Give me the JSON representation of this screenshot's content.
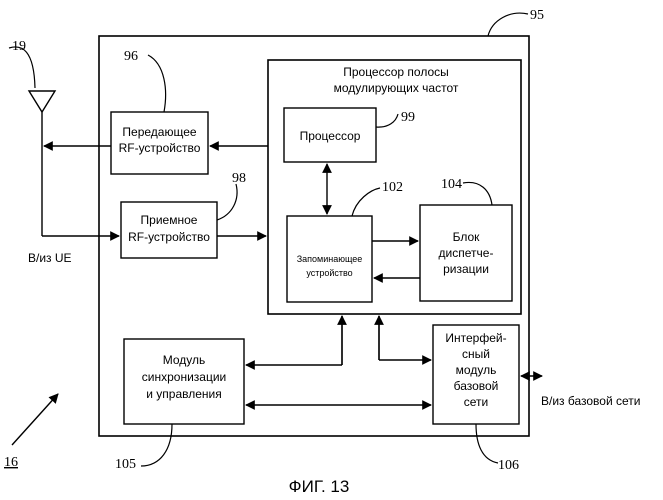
{
  "refs": {
    "base_station": "16",
    "antenna": "19",
    "outer_box": "95",
    "tx_rf": "96",
    "rx_rf": "98",
    "processor": "99",
    "memory": "102",
    "scheduler": "104",
    "sync_module": "105",
    "core_if": "106"
  },
  "baseband": {
    "line1": "Процессор полосы",
    "line2": "модулирующих частот"
  },
  "tx_rf": {
    "line1": "Передающее",
    "line2": "RF-устройство"
  },
  "rx_rf": {
    "line1": "Приемное",
    "line2": "RF-устройство"
  },
  "processor": {
    "label": "Процессор"
  },
  "memory": {
    "line1": "Запоминающее",
    "line2": "устройство"
  },
  "scheduler": {
    "line1": "Блок",
    "line2": "диспетче-",
    "line3": "ризации"
  },
  "sync_module": {
    "line1": "Модуль",
    "line2": "синхронизации",
    "line3": "и управления"
  },
  "core_if": {
    "line1": "Интерфей-",
    "line2": "сный",
    "line3": "модуль",
    "line4": "базовой",
    "line5": "сети"
  },
  "labels": {
    "to_ue": "В/из UE",
    "to_core": "В/из базовой сети",
    "figure": "ФИГ. 13"
  }
}
